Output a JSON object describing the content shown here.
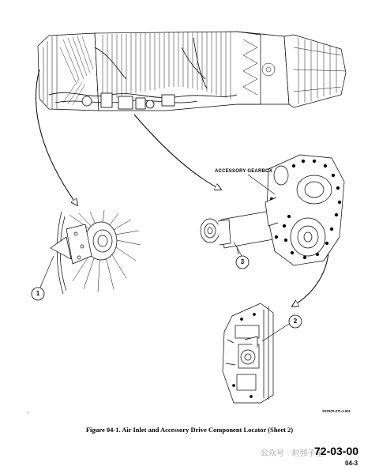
{
  "labels": {
    "accessory_gearbox": "ACCESSORY GEARBOX",
    "drawing_code": "SSS570-271-1-001",
    "caption": "Figure 04-1. Air Inlet and Accessory Drive Component Locator (Sheet 2)",
    "ata_number": "72-03-00",
    "page_number": "04-3",
    "stray_mark": ".",
    "watermark": "公众号 · 射频子星"
  },
  "callouts": [
    "1",
    "2",
    "3"
  ]
}
